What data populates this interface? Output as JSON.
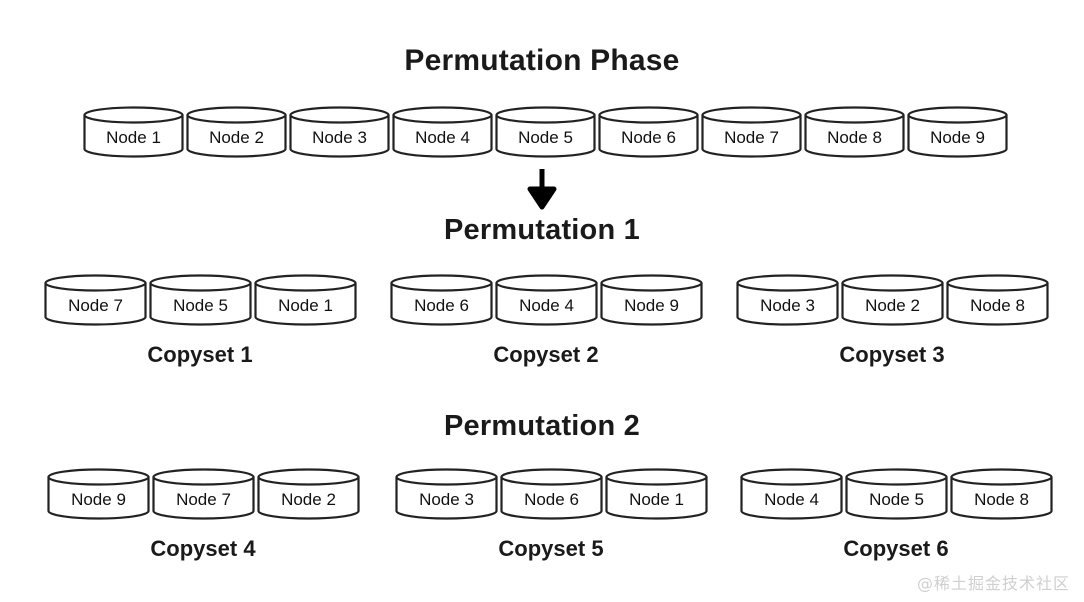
{
  "diagram": {
    "title": "Permutation Phase",
    "background_color": "#ffffff",
    "stroke_color": "#222222",
    "fill_color": "#ffffff",
    "arrow_icon": "down-arrow-icon",
    "all_nodes": [
      {
        "label": "Node 1"
      },
      {
        "label": "Node 2"
      },
      {
        "label": "Node 3"
      },
      {
        "label": "Node 4"
      },
      {
        "label": "Node 5"
      },
      {
        "label": "Node 6"
      },
      {
        "label": "Node 7"
      },
      {
        "label": "Node 8"
      },
      {
        "label": "Node 9"
      }
    ],
    "permutations": [
      {
        "title": "Permutation 1",
        "copysets": [
          {
            "caption": "Copyset 1",
            "nodes": [
              {
                "label": "Node 7"
              },
              {
                "label": "Node 5"
              },
              {
                "label": "Node 1"
              }
            ]
          },
          {
            "caption": "Copyset 2",
            "nodes": [
              {
                "label": "Node 6"
              },
              {
                "label": "Node 4"
              },
              {
                "label": "Node 9"
              }
            ]
          },
          {
            "caption": "Copyset 3",
            "nodes": [
              {
                "label": "Node 3"
              },
              {
                "label": "Node 2"
              },
              {
                "label": "Node 8"
              }
            ]
          }
        ]
      },
      {
        "title": "Permutation 2",
        "copysets": [
          {
            "caption": "Copyset 4",
            "nodes": [
              {
                "label": "Node 9"
              },
              {
                "label": "Node 7"
              },
              {
                "label": "Node 2"
              }
            ]
          },
          {
            "caption": "Copyset 5",
            "nodes": [
              {
                "label": "Node 3"
              },
              {
                "label": "Node 6"
              },
              {
                "label": "Node 1"
              }
            ]
          },
          {
            "caption": "Copyset 6",
            "nodes": [
              {
                "label": "Node 4"
              },
              {
                "label": "Node 5"
              },
              {
                "label": "Node 8"
              }
            ]
          }
        ]
      }
    ],
    "watermark": "@稀土掘金技术社区"
  }
}
